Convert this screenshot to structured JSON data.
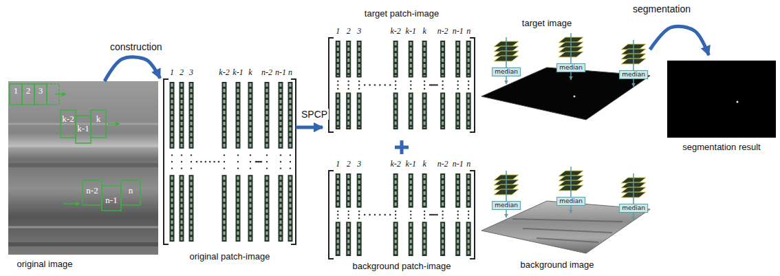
{
  "diagram": {
    "nodes": [
      {
        "text": [
          "original image"
        ]
      },
      {
        "text": [
          "original patch-image"
        ]
      },
      {
        "text": [
          "target patch-image"
        ]
      },
      {
        "text": [
          "background patch-image"
        ]
      },
      {
        "text": [
          "target image"
        ]
      },
      {
        "text": [
          "background image"
        ]
      },
      {
        "text": [
          "segmentation result"
        ]
      }
    ],
    "edges": [
      {
        "from": 0,
        "to": 1,
        "label": "construction",
        "arrow": "to"
      },
      {
        "from": 1,
        "to": 2,
        "label": "SPCP",
        "arrow": "to"
      },
      {
        "from": 4,
        "to": 6,
        "label": "segmentation",
        "arrow": "to"
      }
    ],
    "labels": [
      "1",
      "2",
      "3",
      "k-2",
      "k-1",
      "k",
      "n-2",
      "n-1",
      "n",
      "1",
      "2",
      "3",
      "k-2",
      "k-1",
      "k",
      "n-2",
      "n-1",
      "n",
      "1",
      "2",
      "3",
      "k-2",
      "k-1",
      "k",
      "n-2",
      "n-1",
      "n",
      "1",
      "2",
      "3",
      "k-2",
      "k-1",
      "k",
      "n-2",
      "n-1",
      "n",
      "median",
      "median",
      "median",
      "median",
      "median",
      "median"
    ]
  }
}
